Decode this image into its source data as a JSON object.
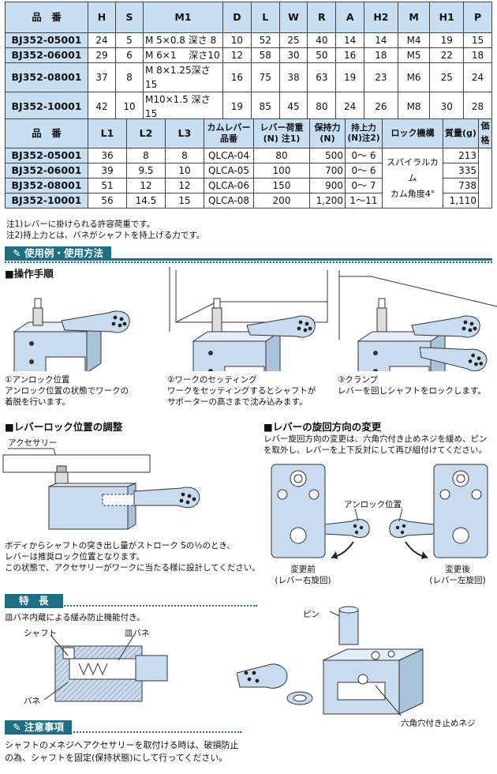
{
  "table1": {
    "headers": [
      "品　番",
      "H",
      "S",
      "M1",
      "D",
      "L",
      "W",
      "R",
      "A",
      "H2",
      "M",
      "H1",
      "P"
    ],
    "rows": [
      [
        "BJ352-05001",
        "24",
        "5",
        "M 5×0.8  深さ 8",
        "10",
        "52",
        "25",
        "40",
        "14",
        "14",
        "M4",
        "19",
        "15"
      ],
      [
        "BJ352-06001",
        "29",
        "6",
        "M 6×1　 深さ10",
        "12",
        "58",
        "30",
        "50",
        "16",
        "18",
        "M5",
        "22",
        "18"
      ],
      [
        "BJ352-08001",
        "37",
        "8",
        "M 8×1.25深さ15",
        "16",
        "75",
        "38",
        "63",
        "19",
        "23",
        "M6",
        "25",
        "24"
      ],
      [
        "BJ352-10001",
        "42",
        "10",
        "M10×1.5  深さ15",
        "19",
        "85",
        "45",
        "80",
        "24",
        "26",
        "M8",
        "30",
        "28"
      ]
    ]
  },
  "table2": {
    "headers": [
      "品　番",
      "L1",
      "L2",
      "L3",
      "カムレバー品番",
      "レバー荷重(N) 注1)",
      "保持力(N)",
      "持上力(N)注2)",
      "ロック機構",
      "質量(g)",
      "価格"
    ],
    "rows": [
      [
        "BJ352-05001",
        "36",
        "8",
        "8",
        "QLCA-04",
        "80",
        "500",
        "0～ 6",
        "213"
      ],
      [
        "BJ352-06001",
        "39",
        "9.5",
        "10",
        "QLCA-05",
        "100",
        "700",
        "0～ 6",
        "335"
      ],
      [
        "BJ352-08001",
        "51",
        "12",
        "12",
        "QLCA-06",
        "150",
        "900",
        "0～ 7",
        "738"
      ],
      [
        "BJ352-10001",
        "56",
        "14.5",
        "15",
        "QLCA-08",
        "200",
        "1,200",
        "1～11",
        "1,110"
      ]
    ],
    "lock_mechanism": [
      "スパイラルカム",
      "カム角度4°"
    ]
  },
  "notes": [
    "注1)レバーに掛けられる許容荷重です。",
    "注2)持上力とは、バネがシャフトを持上げる力です。"
  ],
  "section_usage": "使用例・使用方法",
  "operation": {
    "heading": "■操作手順",
    "steps": [
      {
        "title": "①アンロック位置",
        "desc": [
          "アンロック位置の状態でワークの",
          "着脱を行います。"
        ]
      },
      {
        "title": "②ワークのセッティング",
        "desc": [
          "ワークをセッティングするとシャフトが",
          "サポーターの高さまで沈み込みます。"
        ]
      },
      {
        "title": "③クランプ",
        "desc": [
          "レバーを回しシャフトをロックします。"
        ]
      }
    ]
  },
  "lever_adjust": {
    "heading": "■レバーロック位置の調整",
    "label_accessory": "アクセサリー",
    "desc": [
      "ボディからシャフトの突き出し量がストローク Sの½のとき、",
      "レバーは推奨ロック位置となります。",
      "この状態で、アクセサリーがワークに当たる様に設計してください。"
    ]
  },
  "rotation_change": {
    "heading": "■レバーの旋回方向の変更",
    "desc": [
      "レバー旋回方向の変更は、六角穴付き止めネジを緩め、ピン",
      "を取外し、レバーを上下反対にして再び組付けてください。"
    ],
    "label_unlock": "アンロック位置",
    "before": [
      "変更前",
      "(レバー右旋回)"
    ],
    "after": [
      "変更後",
      "(レバー左旋回)"
    ],
    "label_pin": "ピン",
    "label_setscrew": "六角穴付き止めネジ"
  },
  "section_features": "特　長",
  "features": {
    "text": "皿バネ内蔵による緩み防止機能付き。",
    "label_shaft": "シャフト",
    "label_disc_spring": "皿バネ",
    "label_spring": "バネ"
  },
  "section_caution": "注意事項",
  "caution": [
    "シャフトのメネジへアクセサリーを取付ける時は、破損防止",
    "の為、シャフトを固定(保持状態)にして行ってください。"
  ],
  "colors": {
    "accent": "#1e6f84",
    "header_bg": "#c8dff2",
    "part_blue": "#c9dcef"
  }
}
